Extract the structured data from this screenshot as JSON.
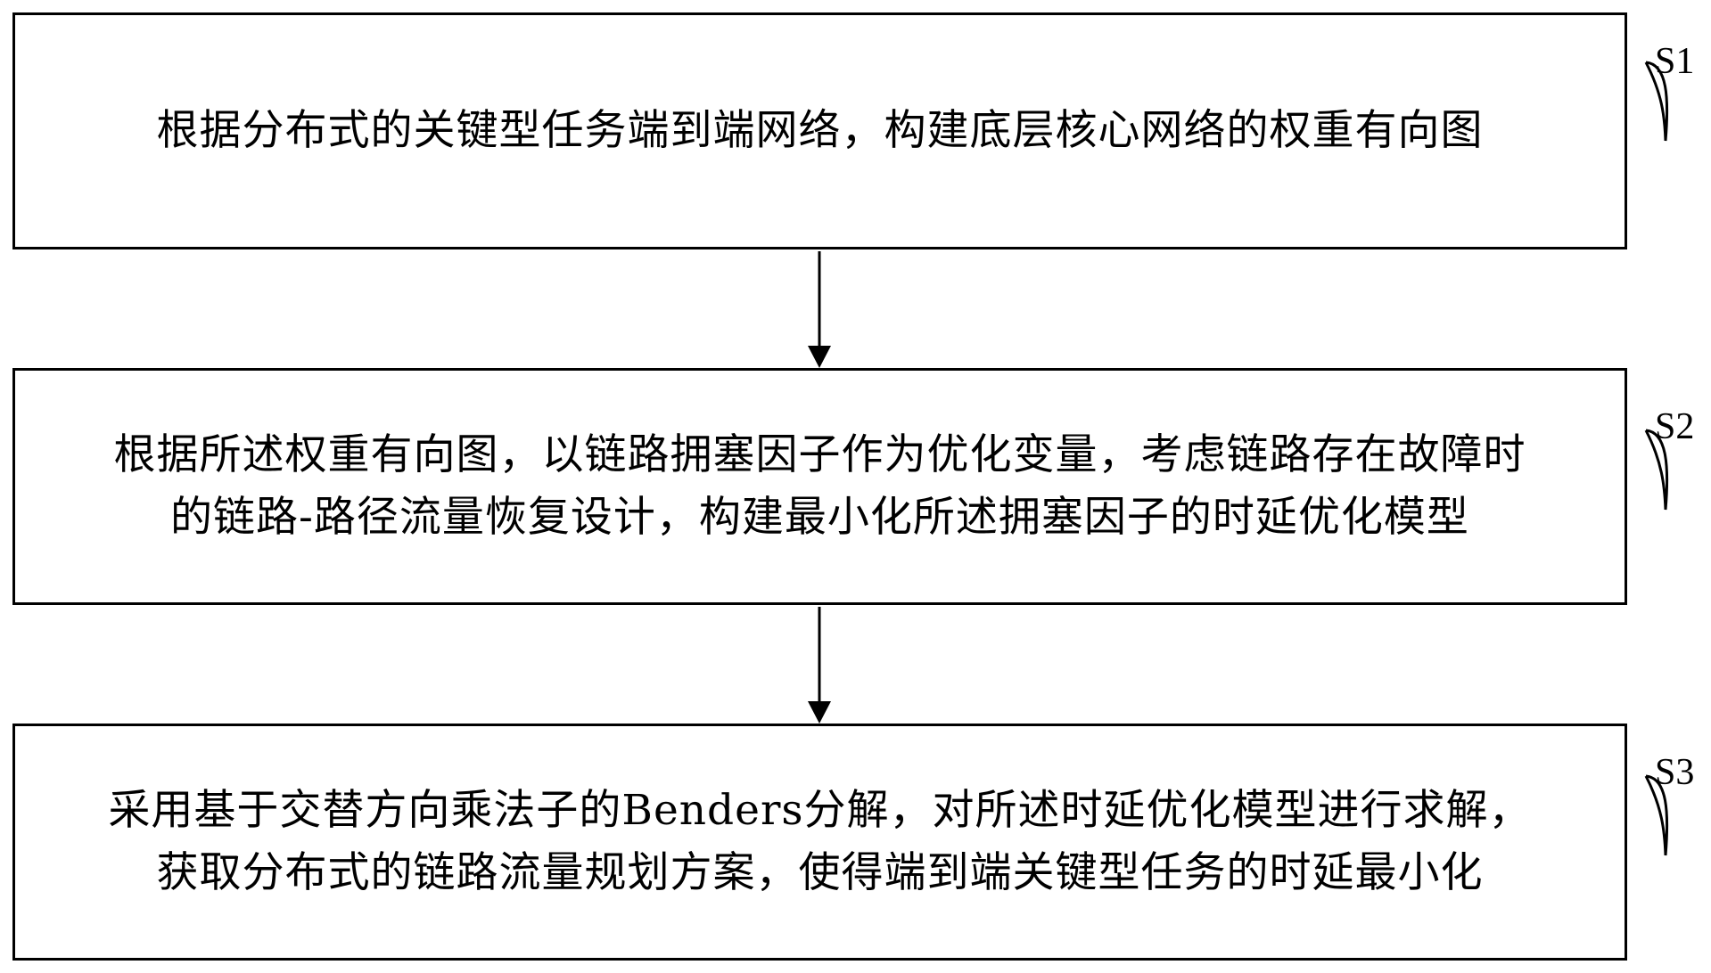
{
  "steps": [
    {
      "id": "S1",
      "lines": [
        "根据分布式的关键型任务端到端网络，构建底层核心网络的权重有向图"
      ]
    },
    {
      "id": "S2",
      "lines": [
        "根据所述权重有向图，以链路拥塞因子作为优化变量，考虑链路存在故障时",
        "的链路-路径流量恢复设计，构建最小化所述拥塞因子的时延优化模型"
      ]
    },
    {
      "id": "S3",
      "lines": [
        "采用基于交替方向乘法子的Benders分解，对所述时延优化模型进行求解，",
        "获取分布式的链路流量规划方案，使得端到端关键型任务的时延最小化"
      ]
    }
  ],
  "colors": {
    "line": "#000000",
    "background": "#ffffff"
  }
}
